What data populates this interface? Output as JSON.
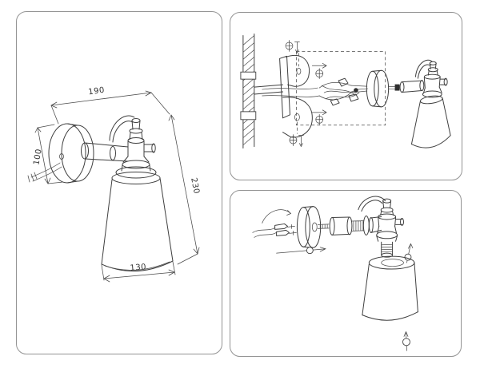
{
  "document": {
    "kind": "wall-lamp-instruction-sheet",
    "colors": {
      "background": "#ffffff",
      "line": "#3f3f3f",
      "panel_border": "#949494",
      "dimension_text": "#333333"
    }
  },
  "panels": {
    "dimension_drawing": {
      "name": "dimension-drawing",
      "dimensions": {
        "arm_length": "190",
        "backplate_diameter": "100",
        "overall_height": "230",
        "shade_diameter": "130"
      }
    },
    "wall_mounting": {
      "name": "wall-mounting-exploded-view",
      "icons": [
        "wall-section",
        "mounting-bracket",
        "screw-head-icon",
        "screw-icon",
        "direction-arrow-icon",
        "wire-bundle",
        "canopy-disc",
        "lamp-arm",
        "lamp-shade"
      ]
    },
    "assembly_steps": {
      "name": "assembly-exploded-view",
      "icons": [
        "supply-wires",
        "canopy-disc",
        "threaded-coupler",
        "direction-arrow-icon",
        "screw-icon",
        "lamp-body",
        "socket-thread",
        "lamp-shade"
      ]
    }
  }
}
